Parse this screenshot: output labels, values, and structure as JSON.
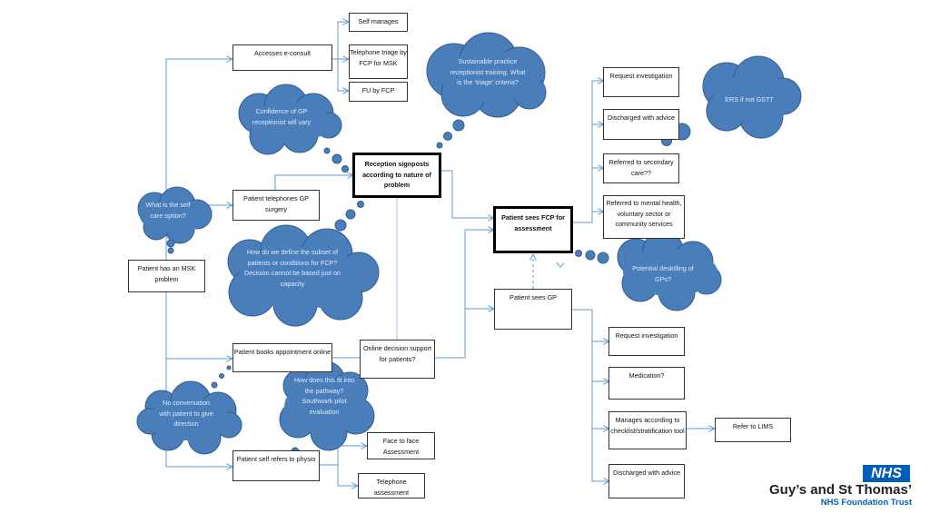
{
  "diagram": {
    "boxes": {
      "self_manages": "Self manages",
      "accesses_econsult": "Accesses e-consult",
      "telephone_triage": "Telephone triage by FCP for MSK",
      "fu_by_fcp": "FU  by FCP",
      "reception_signposts": "Reception signposts according to nature of problem",
      "patient_telephones": "Patient telephones GP surgery",
      "patient_has_msk": "Patient has an MSK problem",
      "patient_sees_fcp": "Patient sees FCP for assessment",
      "request_investigation_top": "Request investigation",
      "discharged_with_advice_top": "Discharged with advice",
      "referred_secondary": "Referred to secondary care??",
      "referred_mental_health": "Referred to mental health, voluntary sector or community services",
      "patient_sees_gp": "Patient sees GP",
      "request_investigation_bottom": "Request investigation",
      "medication": "Medication?",
      "manages_checklist": "Manages  according to checklist/stratification tool",
      "refer_to_lims": "Refer to LIMS",
      "discharged_with_advice_bottom": "Discharged with advice",
      "patient_books_online": "Patient books appointment online",
      "online_decision_support": "Online decision support for patients?",
      "patient_self_refers": "Patient self refers to physio",
      "face_to_face": "Face to face Assessment",
      "telephone_assessment": "Telephone assessment"
    },
    "thoughts": {
      "sustainable_practice": "Sustainable practice receptionist training. What is the ‘triage’ criteria?",
      "ers_if_not_gstt": "ERS if not GSTT",
      "confidence_gp": "Confidence of GP receptionist will vary",
      "self_care_option": "What is the self care option?",
      "define_subset": "How do we define the subset of patients or conditions for FCP? Decision cannot be based just on capacity",
      "potential_deskilling": "Potential deskilling of GPs?",
      "how_does_this_fit": "How does this fit into the pathway? Southwark pilot evaluation",
      "no_conversation": "No conversation with patient to give direction"
    },
    "colors": {
      "cloud_fill": "#4a7ebb",
      "cloud_stroke": "#345c8f",
      "connector": "#5b9bd5",
      "box_border": "#333333"
    }
  },
  "logo": {
    "badge": "NHS",
    "organisation": "Guy’s and St Thomas’",
    "subtitle": "NHS Foundation Trust"
  }
}
